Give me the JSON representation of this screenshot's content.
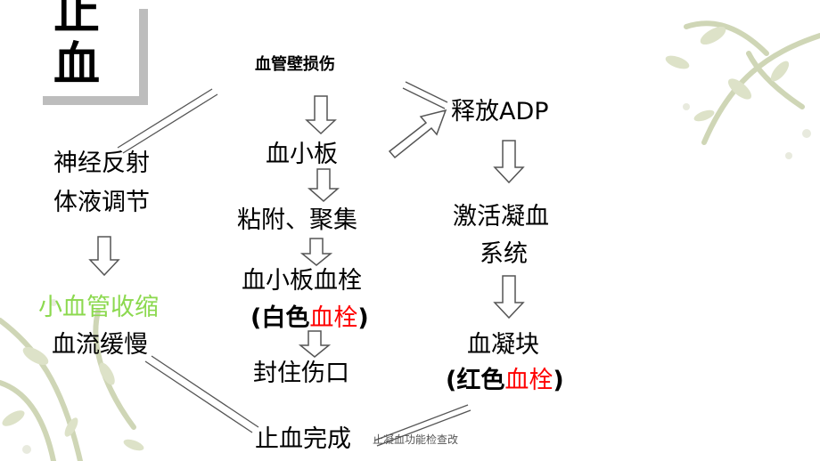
{
  "title": {
    "line1": "止",
    "line2": "血"
  },
  "nodes": {
    "vessel_damage": "血管壁损伤",
    "platelet": "血小板",
    "adhesion": "粘附、聚集",
    "platelet_thrombus": "血小板血栓",
    "white_thrombus_open": "(白色",
    "white_thrombus_red": "血栓",
    "white_thrombus_close": ")",
    "seal_wound": "封住伤口",
    "hemostasis_complete": "止血完成",
    "release_adp": "释放ADP",
    "activate_line1": "激活凝血",
    "activate_line2": "系统",
    "clot": "血凝块",
    "red_thrombus_open": "(红色",
    "red_thrombus_red": "血栓",
    "red_thrombus_close": ")",
    "neural_reflex": "神经反射",
    "humoral_regulation": "体液调节",
    "vasoconstriction": "小血管收缩",
    "slow_flow": "血流缓慢"
  },
  "footer": "止凝血功能检查改",
  "colors": {
    "highlight_green": "#8cd94f",
    "highlight_red": "#ff0000",
    "shadow": "#bdbdbd",
    "decor": "#d8dcc4"
  }
}
